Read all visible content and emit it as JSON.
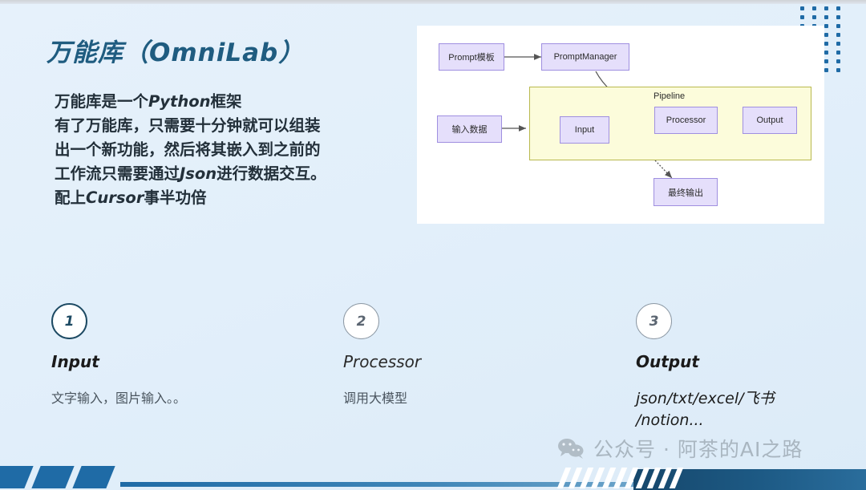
{
  "slide": {
    "title": "万能库（OmniLab）",
    "body_lines": [
      "万能库是一个Python框架",
      "有了万能库，只需要十分钟就可以组装",
      "出一个新功能，然后将其嵌入到之前的",
      "工作流只需要通过Json进行数据交互。",
      "配上Cursor事半功倍"
    ]
  },
  "diagram": {
    "nodes": [
      {
        "id": "prompt-template",
        "label": "Prompt模板"
      },
      {
        "id": "prompt-manager",
        "label": "PromptManager"
      },
      {
        "id": "input-data",
        "label": "输入数据"
      },
      {
        "id": "input",
        "label": "Input"
      },
      {
        "id": "processor",
        "label": "Processor"
      },
      {
        "id": "output",
        "label": "Output"
      },
      {
        "id": "final-output",
        "label": "最终输出"
      }
    ],
    "group_label": "Pipeline",
    "colors": {
      "node_fill": "#e5dffb",
      "node_border": "#9f8fe0",
      "group_fill": "#fcfcdb",
      "group_border": "#b9b94e",
      "arrow": "#555555"
    }
  },
  "steps": [
    {
      "number": "1",
      "heading": "Input",
      "desc_lines": [
        "文字输入，图片输入。。"
      ]
    },
    {
      "number": "2",
      "heading": "Processor",
      "desc_lines": [
        "调用大模型"
      ]
    },
    {
      "number": "3",
      "heading": "Output",
      "desc_lines": [
        "json/txt/excel/飞书",
        "/notion..."
      ]
    }
  ],
  "watermark": {
    "icon": "wechat-icon",
    "text": "公众号 · 阿茶的AI之路"
  },
  "theme": {
    "background_top": "#e6f1fb",
    "background_bottom": "#dcebf8",
    "accent_blue": "#1f6ba6",
    "title_color": "#1f5c80",
    "navy": "#16476b"
  }
}
